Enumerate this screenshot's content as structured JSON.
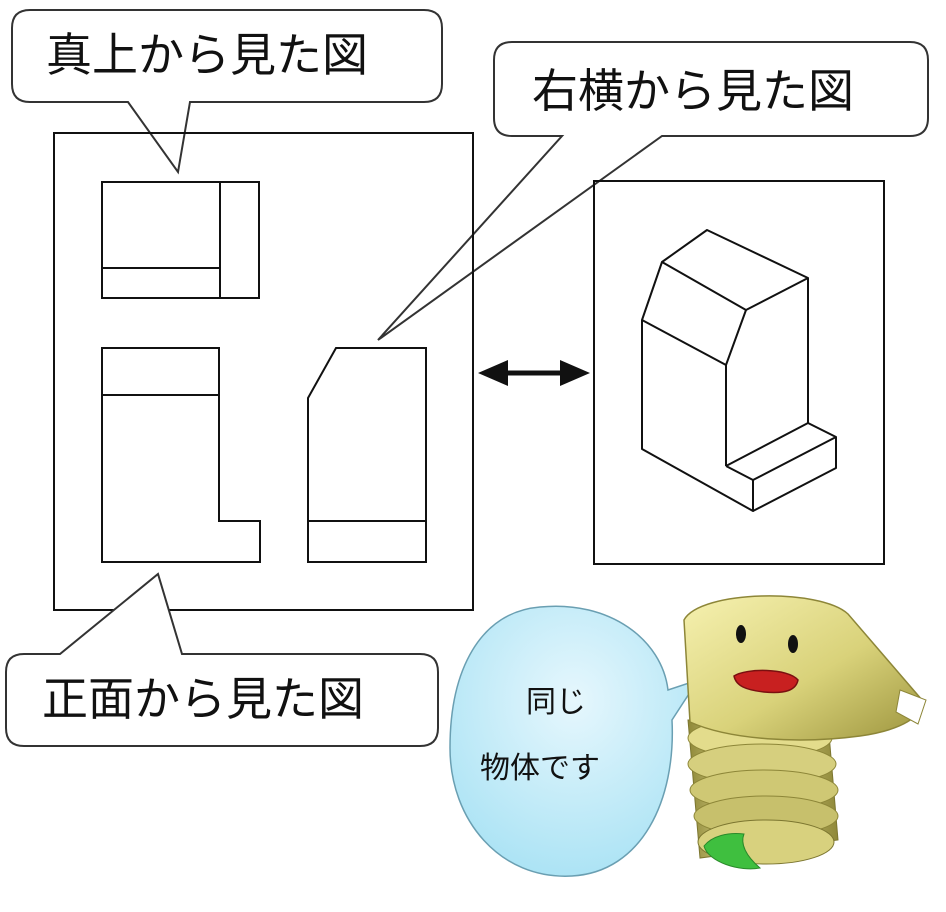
{
  "labels": {
    "top_view": "真上から見た図",
    "right_view": "右横から見た図",
    "front_view": "正面から見た図"
  },
  "mascot_speech": {
    "line1": "同じ",
    "line2": "物体です"
  },
  "colors": {
    "line": "#111111",
    "speech_fill": "#a8e2f4",
    "screw_body": "#d9d27a",
    "screw_shadow": "#a8a04a",
    "mouth": "#c82020",
    "socket": "#3fbf3f"
  },
  "icons": {
    "double_arrow": "double-arrow-icon",
    "mascot": "screw-mascot-icon"
  }
}
